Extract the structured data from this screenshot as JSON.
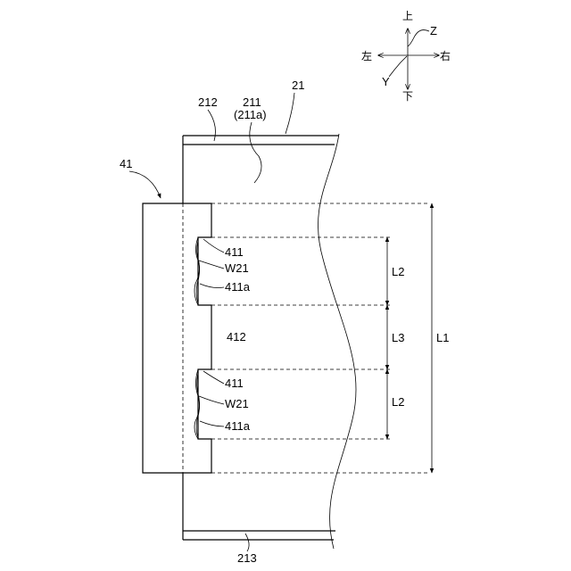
{
  "figure": {
    "labels": {
      "sheet_ref": "21",
      "region_ref": "211",
      "region_sub_ref": "(211a)",
      "top_edge_ref": "212",
      "bottom_edge_ref": "213",
      "member_ref": "41",
      "notch_ref": "411",
      "weld_ref": "W21",
      "notch_sub_ref": "411a",
      "middle_ref": "412",
      "dim_notch": "L2",
      "dim_middle": "L3",
      "dim_total": "L1"
    },
    "axes": {
      "up": "上",
      "down": "下",
      "left": "左",
      "right": "右",
      "z": "Z",
      "y": "Y"
    }
  }
}
